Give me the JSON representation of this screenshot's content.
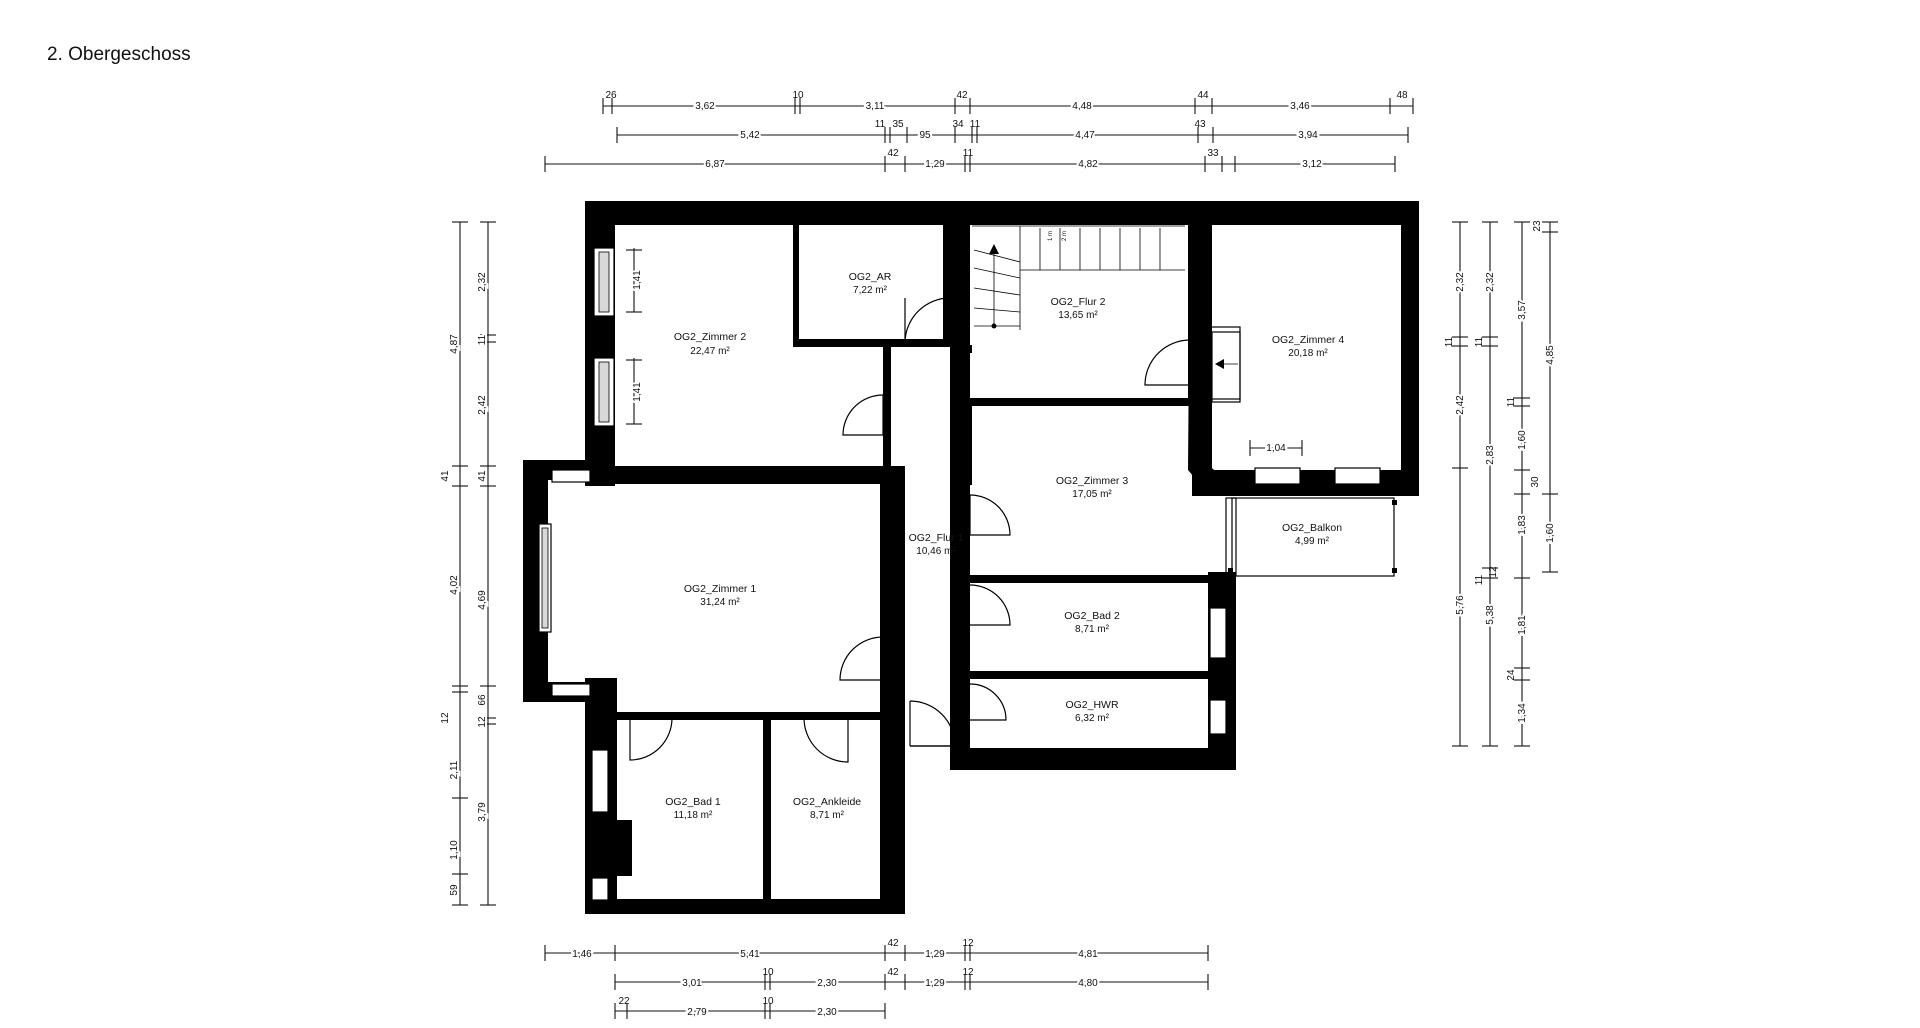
{
  "page": {
    "title": "2. Obergeschoss"
  },
  "rooms": [
    {
      "name": "OG2_Zimmer 2",
      "area": "22,47 m²"
    },
    {
      "name": "OG2_AR",
      "area": "7,22 m²"
    },
    {
      "name": "OG2_Flur 2",
      "area": "13,65 m²"
    },
    {
      "name": "OG2_Zimmer 4",
      "area": "20,18 m²"
    },
    {
      "name": "OG2_Zimmer 3",
      "area": "17,05 m²"
    },
    {
      "name": "OG2_Flur 1",
      "area": "10,46 m²"
    },
    {
      "name": "OG2_Balkon",
      "area": "4,99 m²"
    },
    {
      "name": "OG2_Zimmer 1",
      "area": "31,24 m²"
    },
    {
      "name": "OG2_Bad 2",
      "area": "8,71 m²"
    },
    {
      "name": "OG2_HWR",
      "area": "6,32 m²"
    },
    {
      "name": "OG2_Bad 1",
      "area": "11,18 m²"
    },
    {
      "name": "OG2_Ankleide",
      "area": "8,71 m²"
    }
  ],
  "stairs": {
    "label_1": "1 m",
    "label_2": "2 m"
  },
  "dimensions": {
    "top_row1": [
      "26",
      "3,62",
      "10",
      "3,11",
      "42",
      "4,48",
      "44",
      "3,46",
      "48"
    ],
    "top_row2": [
      "5,42",
      "11",
      "35",
      "95",
      "34",
      "11",
      "4,47",
      "43",
      "3,94"
    ],
    "top_row3": [
      "6,87",
      "42",
      "1,29",
      "11",
      "4,82",
      "33",
      "3,12"
    ],
    "bottom_row1": [
      "1,46",
      "5,41",
      "42",
      "1,29",
      "12",
      "4,81"
    ],
    "bottom_row2": [
      "3,01",
      "10",
      "2,30",
      "42",
      "1,29",
      "12",
      "4,80"
    ],
    "bottom_row3": [
      "22",
      "2,79",
      "10",
      "2,30"
    ],
    "left_outer": [
      "4,87",
      "41",
      "4,02",
      "12",
      "2,11",
      "1,10",
      "59"
    ],
    "left_inner": [
      "2,32",
      "11",
      "2,42",
      "41",
      "4,69",
      "66",
      "12",
      "3,79"
    ],
    "left_window": [
      "1,41",
      "1,41"
    ],
    "right_col1": [
      "2,32",
      "11",
      "2,42",
      "5,76"
    ],
    "right_col2": [
      "2,32",
      "11",
      "2,83",
      "11",
      "12",
      "5,38"
    ],
    "right_col3": [
      "3,57",
      "11",
      "1,60",
      "30",
      "1,83",
      "1,81",
      "24",
      "1,34"
    ],
    "right_col4": [
      "23",
      "4,85",
      "1,60"
    ],
    "room_inner": [
      "1,04"
    ]
  }
}
